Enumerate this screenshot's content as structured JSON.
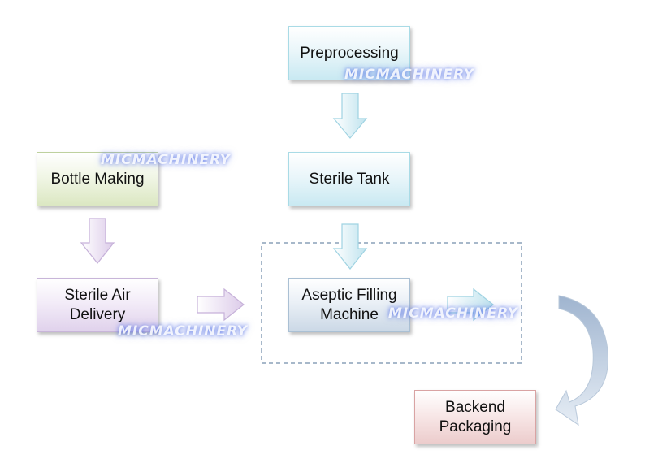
{
  "nodes": {
    "preprocessing": "Preprocessing",
    "sterile_tank": "Sterile Tank",
    "bottle_making": "Bottle Making",
    "sterile_air_delivery": [
      "Sterile Air",
      "Delivery"
    ],
    "aseptic_filling_machine": [
      "Aseptic Filling",
      "Machine"
    ],
    "backend_packaging": [
      "Backend",
      "Packaging"
    ]
  },
  "watermark": "MICMACHINERY",
  "colors": {
    "process_blue": "#c9e9f2",
    "bottle_green": "#dbe7c2",
    "air_purple": "#e0d2ec",
    "filling_steel": "#cbd8e6",
    "packaging_red": "#eccccc",
    "dashed_frame": "#8aa0b8"
  }
}
